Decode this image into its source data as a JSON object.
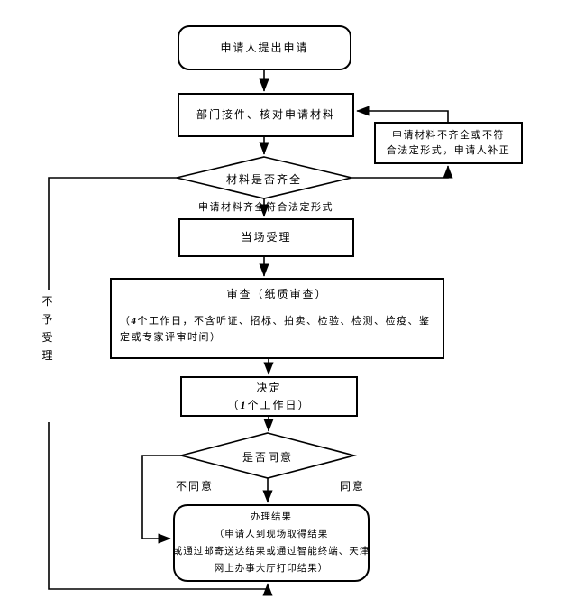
{
  "flow": {
    "start_label": "申请人提出申请",
    "receive_label": "部门接件、核对申请材料",
    "supplement_label": "申请材料不齐全或不符\n合法定形式，申请人补正",
    "material_check_label": "材料是否齐全",
    "qualified_label": "申请材料齐全符合法定形式",
    "accept_label": "当场受理",
    "review": {
      "title": "审查（纸质审查）",
      "note_prefix": "（",
      "note_days": "4",
      "note_line1_rest": "个工作日，不含听证、招标、拍卖、检验、检测、",
      "note_line2": "检疫、鉴定或专家评审时间）"
    },
    "decide": {
      "line1": "决定",
      "prefix": "（",
      "days": "1",
      "rest": "个工作日）"
    },
    "agree_check_label": "是否同意",
    "disagree_label": "不同意",
    "agree_label": "同意",
    "result": {
      "line1": "办理结果",
      "line2": "（申请人到现场取得结果",
      "line3": "或通过邮寄送达结果或通过智能终端、天津",
      "line4": "网上办事大厅打印结果）"
    },
    "reject_label": "不予受理"
  },
  "colors": {
    "line": "#000000",
    "background": "#ffffff"
  }
}
